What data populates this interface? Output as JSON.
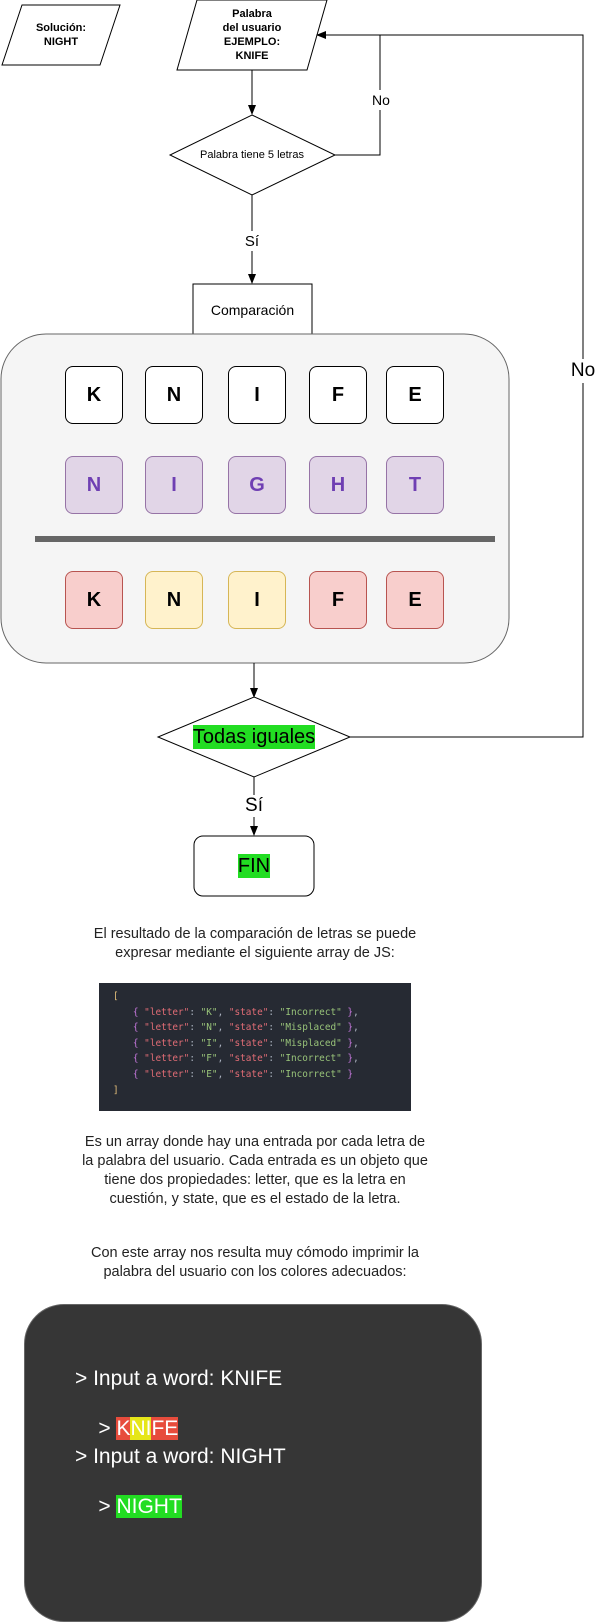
{
  "flow": {
    "solution_line1": "Solución:",
    "solution_line2": "NIGHT",
    "input_line1": "Palabra",
    "input_line2": "del usuario",
    "input_line3": "EJEMPLO:",
    "input_line4": "KNIFE",
    "check_label": "Palabra tiene 5 letras",
    "no_label_1": "No",
    "no_label_2": "No",
    "yes_label_1": "Sí",
    "yes_label_2": "Sí",
    "comparison_label": "Comparación",
    "all_equal_label": "Todas iguales",
    "end_label": "FIN",
    "colors": {
      "green_highlight": "#22dd22"
    }
  },
  "comparison": {
    "user_row": [
      "K",
      "N",
      "I",
      "F",
      "E"
    ],
    "solution_row": [
      "N",
      "I",
      "G",
      "H",
      "T"
    ],
    "result_row": [
      {
        "letter": "K",
        "state": "Incorrect"
      },
      {
        "letter": "N",
        "state": "Misplaced"
      },
      {
        "letter": "I",
        "state": "Misplaced"
      },
      {
        "letter": "F",
        "state": "Incorrect"
      },
      {
        "letter": "E",
        "state": "Incorrect"
      }
    ],
    "state_colors": {
      "Incorrect": "#f8cecc",
      "Misplaced": "#fff2cc",
      "Solution": "#e1d5e7"
    }
  },
  "text": {
    "intro_line1": "El resultado de la comparación de letras se puede",
    "intro_line2": "expresar mediante el siguiente array de JS:",
    "explain_line1": "Es un array donde hay una entrada por cada letra de",
    "explain_line2": "la palabra del usuario. Cada entrada es un objeto que",
    "explain_line3": "tiene dos propiedades: letter, que es la letra en",
    "explain_line4": "cuestión, y state, que es el estado de la letra.",
    "print_line1": "Con este array nos resulta muy cómodo imprimir la",
    "print_line2": "palabra del usuario con los colores adecuados:"
  },
  "code": {
    "open": "[",
    "close": "]",
    "entries": [
      {
        "letter": "K",
        "state": "Incorrect",
        "last": false
      },
      {
        "letter": "N",
        "state": "Misplaced",
        "last": false
      },
      {
        "letter": "I",
        "state": "Misplaced",
        "last": false
      },
      {
        "letter": "F",
        "state": "Incorrect",
        "last": false
      },
      {
        "letter": "E",
        "state": "Incorrect",
        "last": true
      }
    ]
  },
  "terminal": {
    "prompt1": "> Input a word: KNIFE",
    "result1_prefix": "> ",
    "result1": [
      {
        "text": "K",
        "color": "#e74c3c"
      },
      {
        "text": "N",
        "color": "#e6e619"
      },
      {
        "text": "I",
        "color": "#e6e619"
      },
      {
        "text": "FE",
        "color": "#e74c3c"
      }
    ],
    "prompt2": "> Input a word: NIGHT",
    "result2_prefix": "> ",
    "result2": "NIGHT"
  }
}
